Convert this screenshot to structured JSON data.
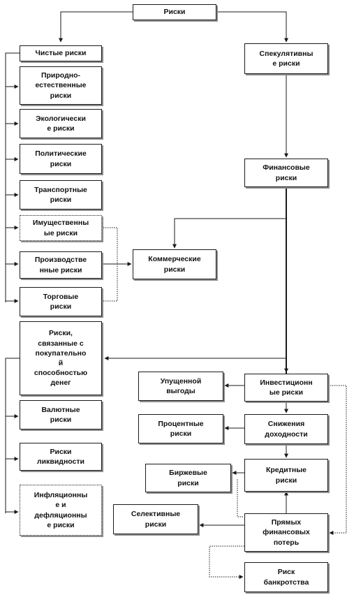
{
  "diagram": {
    "boxes": {
      "root": "Риски",
      "pure": "Чистые  риски",
      "speculative": "Спекулятивны\nе риски",
      "natural": "Природно-\nестественные\nриски",
      "ecological": "Экологически\nе  риски",
      "political": "Политические\nриски",
      "transport": "Транспортные\nриски",
      "property": "Имущественны\nые риски",
      "production": "Производстве\nнные риски",
      "trade": "Торговые\nриски",
      "commercial": "Коммерческие\nриски",
      "financial": "Финансовые\nриски",
      "purchasing_power": "Риски,\nсвязанные  с\nпокупательно\nй\nспособностью\nденег",
      "currency": "Валютные\nриски",
      "liquidity": "Риски\nликвидности",
      "inflation": "Инфляционны\nе и\nдефляционны\nе риски",
      "investment": "Инвестиционн\nые риски",
      "lost_profit": "Упущенной\nвыгоды",
      "interest": "Процентные\nриски",
      "yield_decrease": "Снижения\nдоходности",
      "exchange": "Биржевые\nриски",
      "credit": "Кредитные\nриски",
      "selective": "Селективные\nриски",
      "direct_loss": "Прямых\nфинансовых\nпотерь",
      "bankruptcy": "Риск\nбанкротства"
    }
  }
}
